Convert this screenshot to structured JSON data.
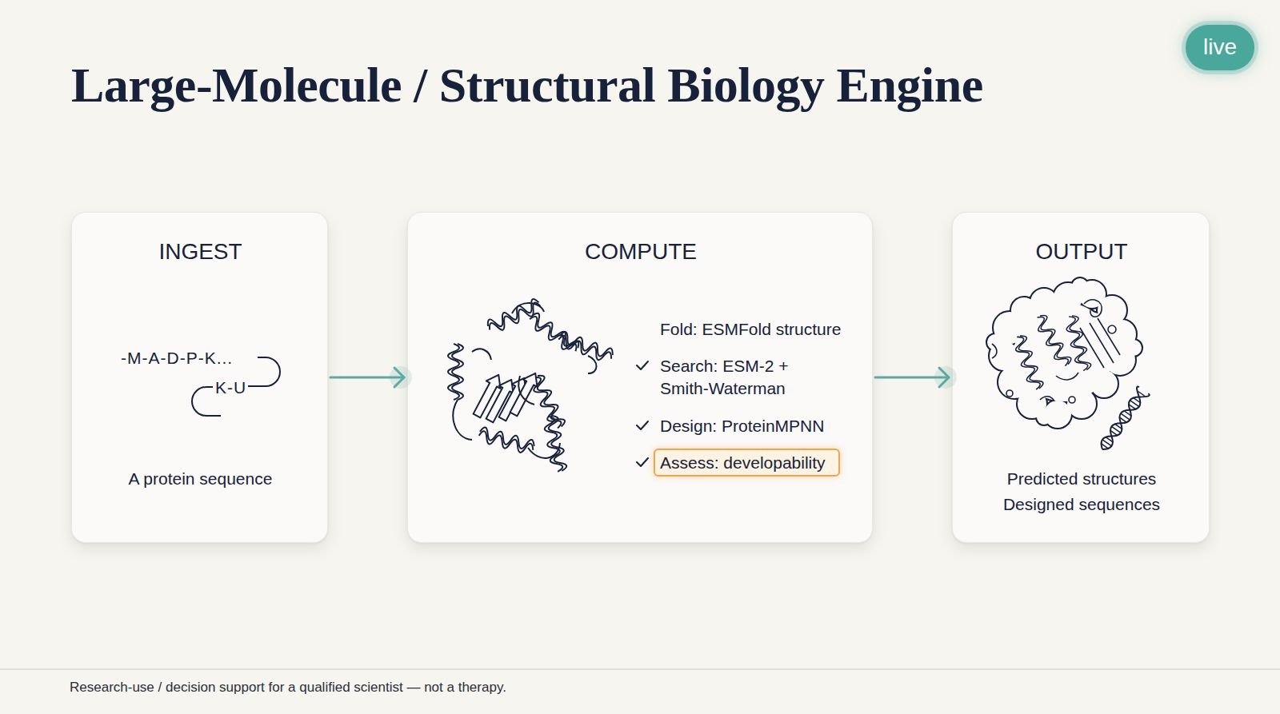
{
  "diagram": {
    "title": "Large-Molecule / Structural Biology Engine",
    "caption": "Research-use / decision support for a qualified scientist — not a therapy.",
    "nodes": [
      {
        "text": [
          "live"
        ]
      },
      {
        "text": [
          "INGEST",
          "-M-A-D-P-K...",
          "K-U",
          "A protein sequence"
        ]
      },
      {
        "text": [
          "COMPUTE",
          "Fold: ESMFold structure",
          "Search: ESM-2 + Smith-Waterman",
          "Design: ProteinMPNN"
        ]
      },
      {
        "text": [
          "Assess: developability"
        ],
        "in": 2
      },
      {
        "text": [
          "OUTPUT",
          "Predicted structures",
          "Designed sequences"
        ]
      }
    ],
    "edges": [
      {
        "from": 1,
        "to": 2,
        "arrow": "to"
      },
      {
        "from": 2,
        "to": 4,
        "arrow": "to"
      }
    ]
  }
}
